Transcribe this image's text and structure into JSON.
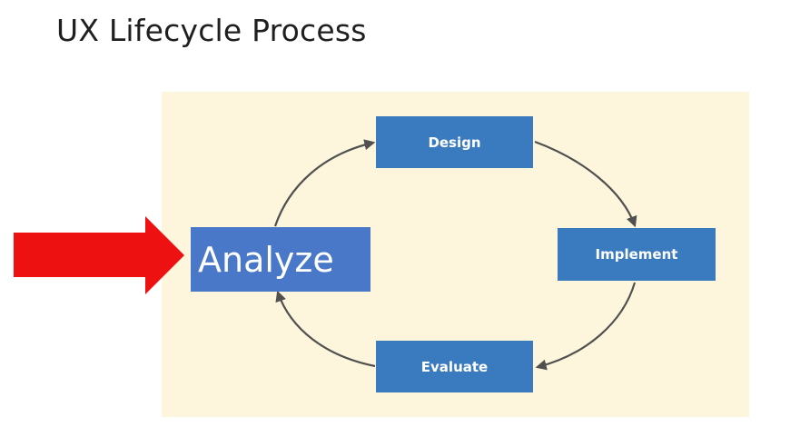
{
  "title": "UX Lifecycle Process",
  "colors": {
    "panel_background": "#fdf6dc",
    "step_box": "#3a7bbf",
    "highlight_box": "#4a78c8",
    "cycle_arrows": "#505050",
    "pointer_arrow": "#ee1111"
  },
  "diagram": {
    "steps": {
      "design": "Design",
      "implement": "Implement",
      "evaluate": "Evaluate",
      "analyze": "Analyze"
    },
    "highlighted_step": "Analyze",
    "pointer_icon": "red-right-arrow-icon"
  }
}
